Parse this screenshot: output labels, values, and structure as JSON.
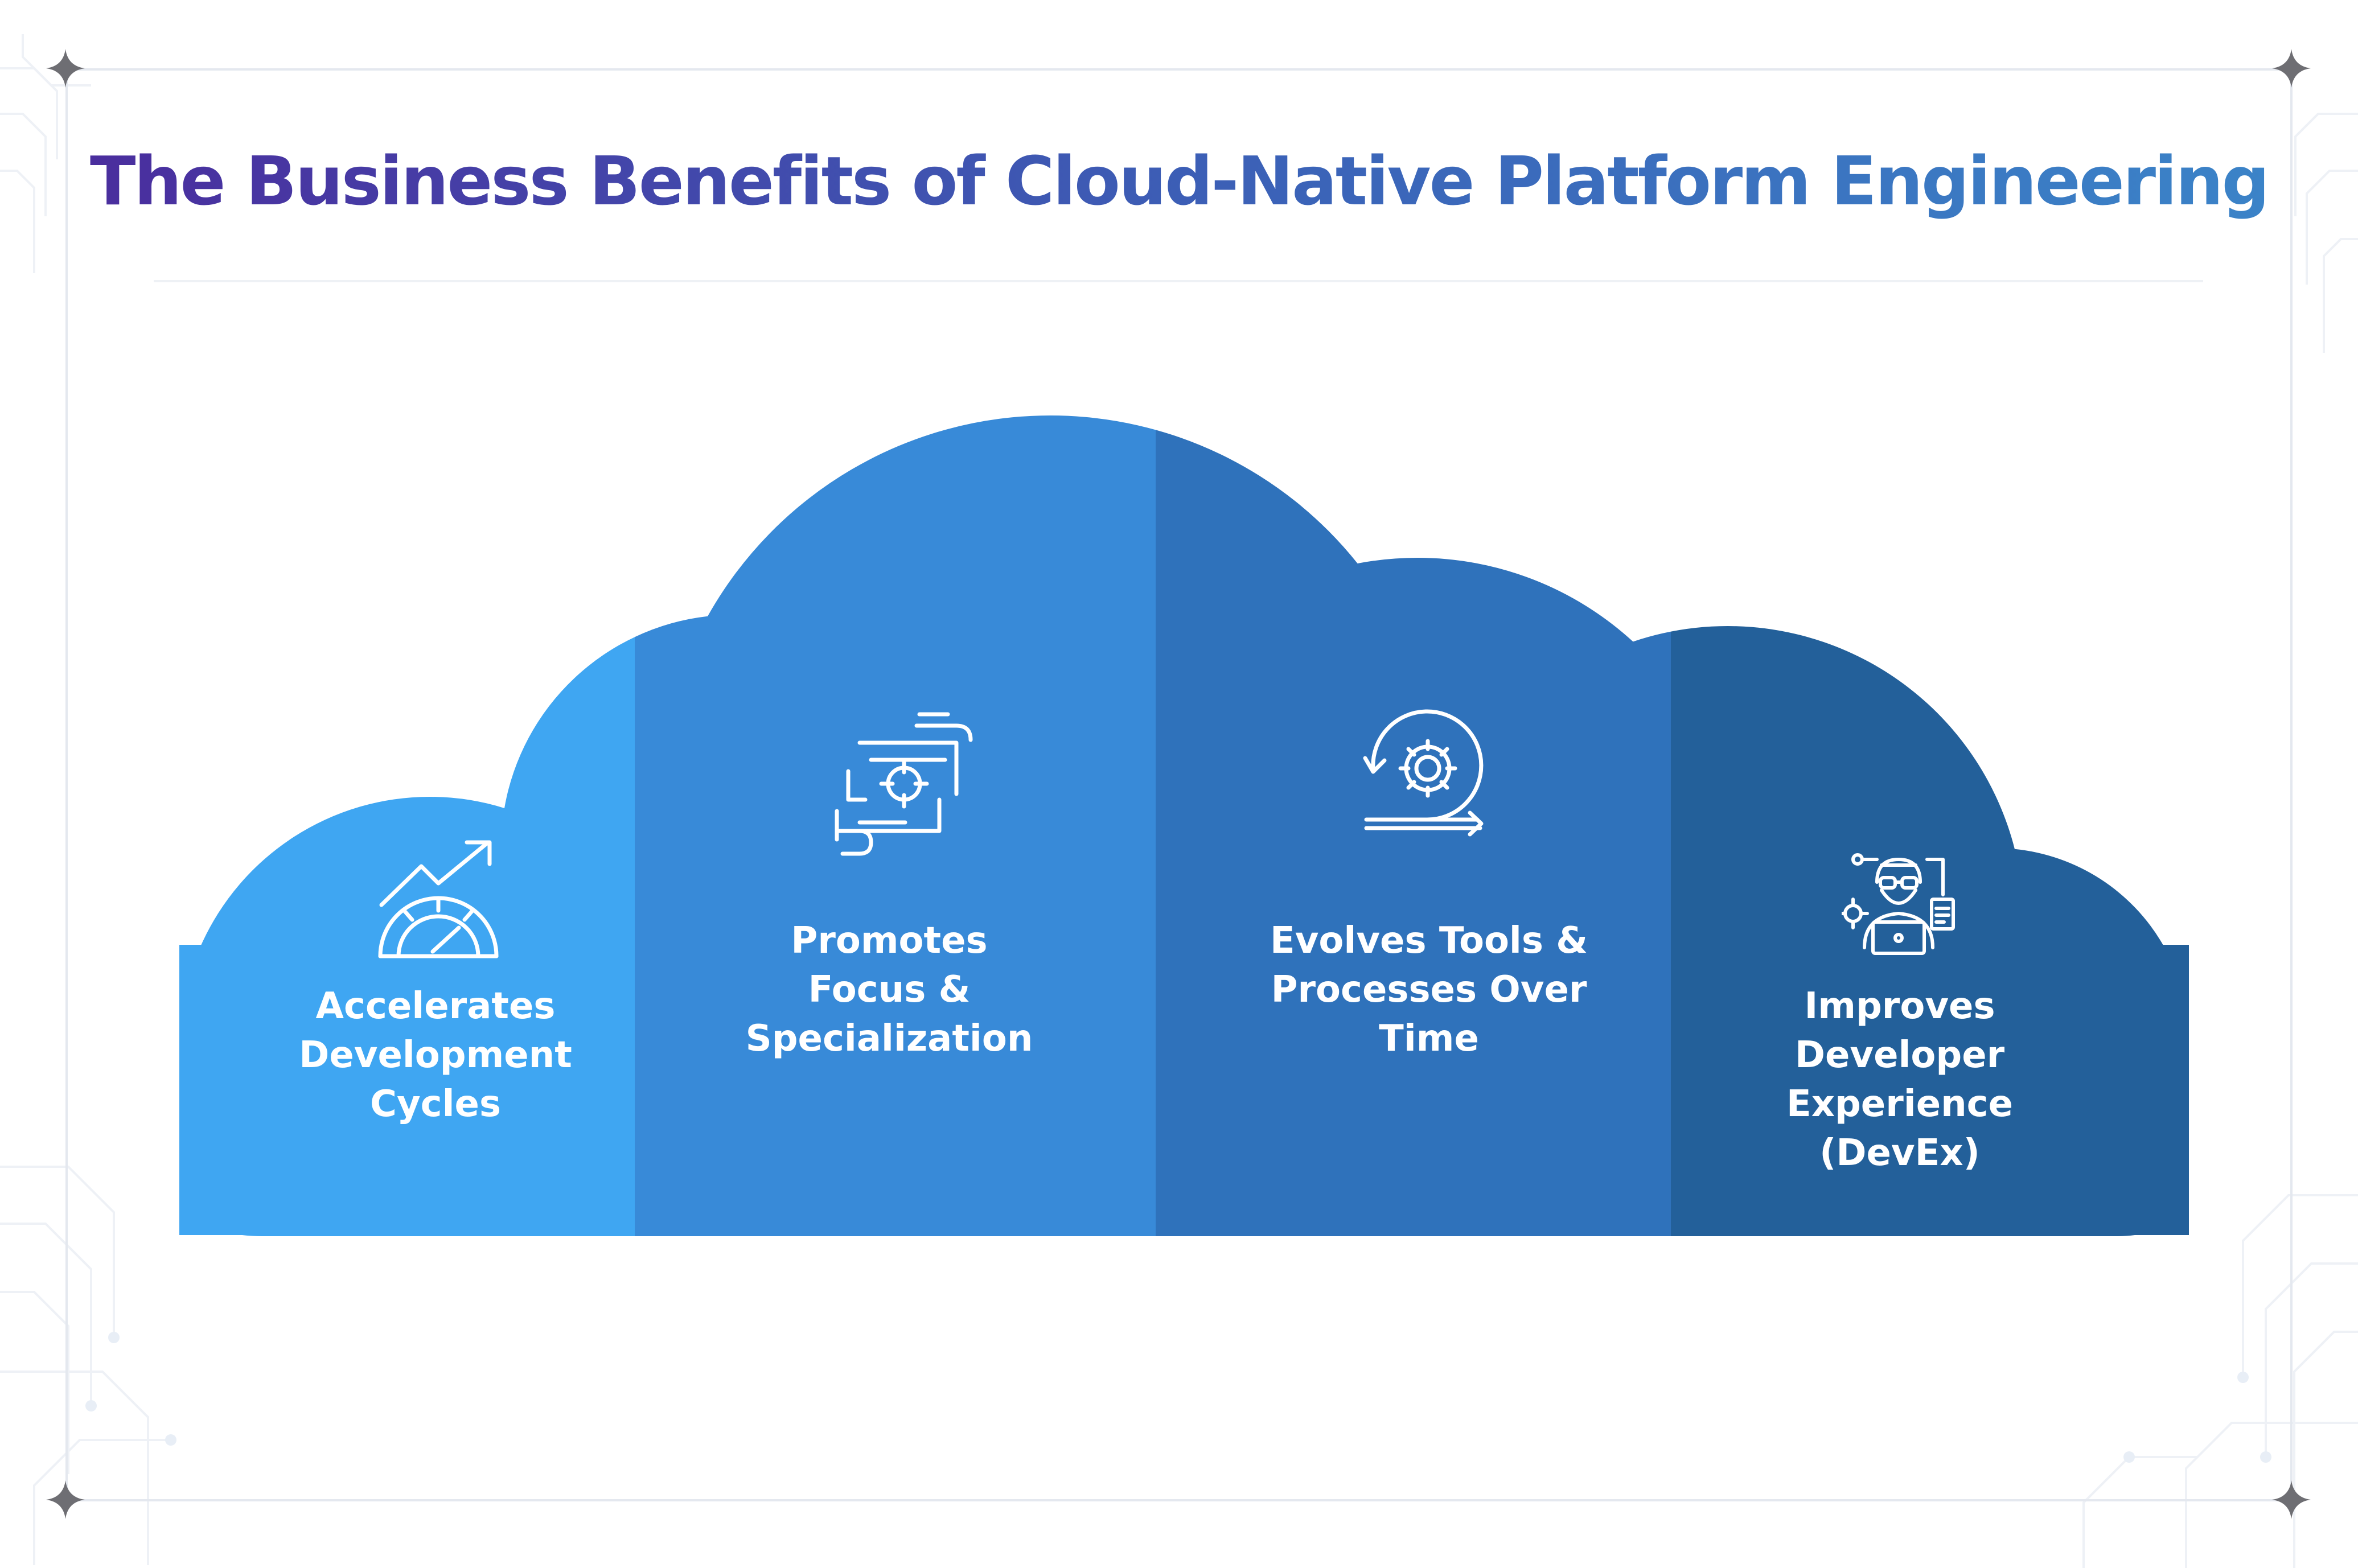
{
  "title": "The Business Benefits of Cloud-Native Platform Engineering",
  "colors": {
    "title_start": "#4b2a9c",
    "title_end": "#3b86c9",
    "panel_1": "#3fa6f2",
    "panel_2": "#388ad8",
    "panel_3": "#2f72bb",
    "panel_4": "#23609a",
    "frame": "#e4e8ef"
  },
  "benefits": [
    {
      "icon": "speedometer-growth-icon",
      "lines": [
        "Accelerates",
        "Development",
        "Cycles"
      ]
    },
    {
      "icon": "hands-focus-target-icon",
      "lines": [
        "Promotes",
        "Focus &",
        "Specialization"
      ]
    },
    {
      "icon": "gear-cycle-arrow-icon",
      "lines": [
        "Evolves Tools &",
        "Processes Over",
        "Time"
      ]
    },
    {
      "icon": "developer-laptop-icon",
      "lines": [
        "Improves",
        "Developer",
        "Experience",
        "(DevEx)"
      ]
    }
  ]
}
